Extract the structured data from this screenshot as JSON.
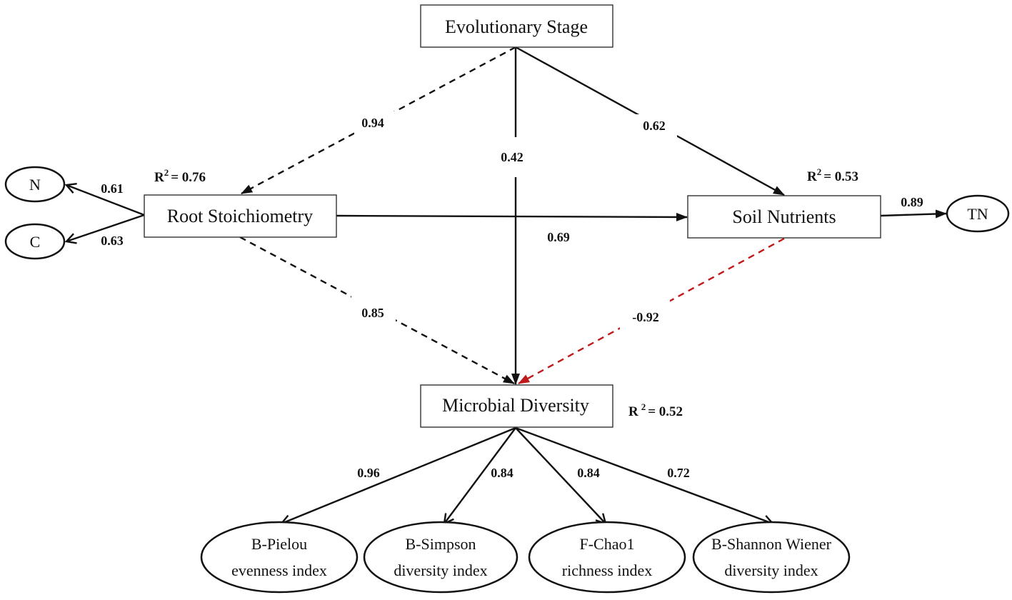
{
  "nodes": {
    "evolutionary_stage": "Evolutionary Stage",
    "root_stoichiometry": "Root Stoichiometry",
    "soil_nutrients": "Soil Nutrients",
    "microbial_diversity": "Microbial Diversity"
  },
  "indicators": {
    "n": "N",
    "c": "C",
    "tn": "TN",
    "b_pielou": [
      "B-Pielou",
      "evenness index"
    ],
    "b_simpson": [
      "B-Simpson",
      "diversity index"
    ],
    "f_chao1": [
      "F-Chao1",
      "richness index"
    ],
    "b_shannon": [
      "B-Shannon Wiener",
      "diversity index"
    ]
  },
  "r_squared": {
    "label": "R",
    "superscript": "2",
    "root_stoichiometry": "= 0.76",
    "soil_nutrients": "= 0.53",
    "microbial_diversity": "= 0.52"
  },
  "paths": {
    "stage_to_root": "0.94",
    "stage_to_soil": "0.62",
    "stage_to_microbial": "0.42",
    "root_to_soil": "0.69",
    "root_to_microbial": "0.85",
    "soil_to_microbial": "-0.92",
    "root_to_n": "0.61",
    "root_to_c": "0.63",
    "soil_to_tn": "0.89",
    "microbial_to_pielou": "0.96",
    "microbial_to_simpson": "0.84",
    "microbial_to_chao1": "0.84",
    "microbial_to_shannon": "0.72"
  },
  "colors": {
    "line": "#111111",
    "negative_path": "#c0191b"
  }
}
